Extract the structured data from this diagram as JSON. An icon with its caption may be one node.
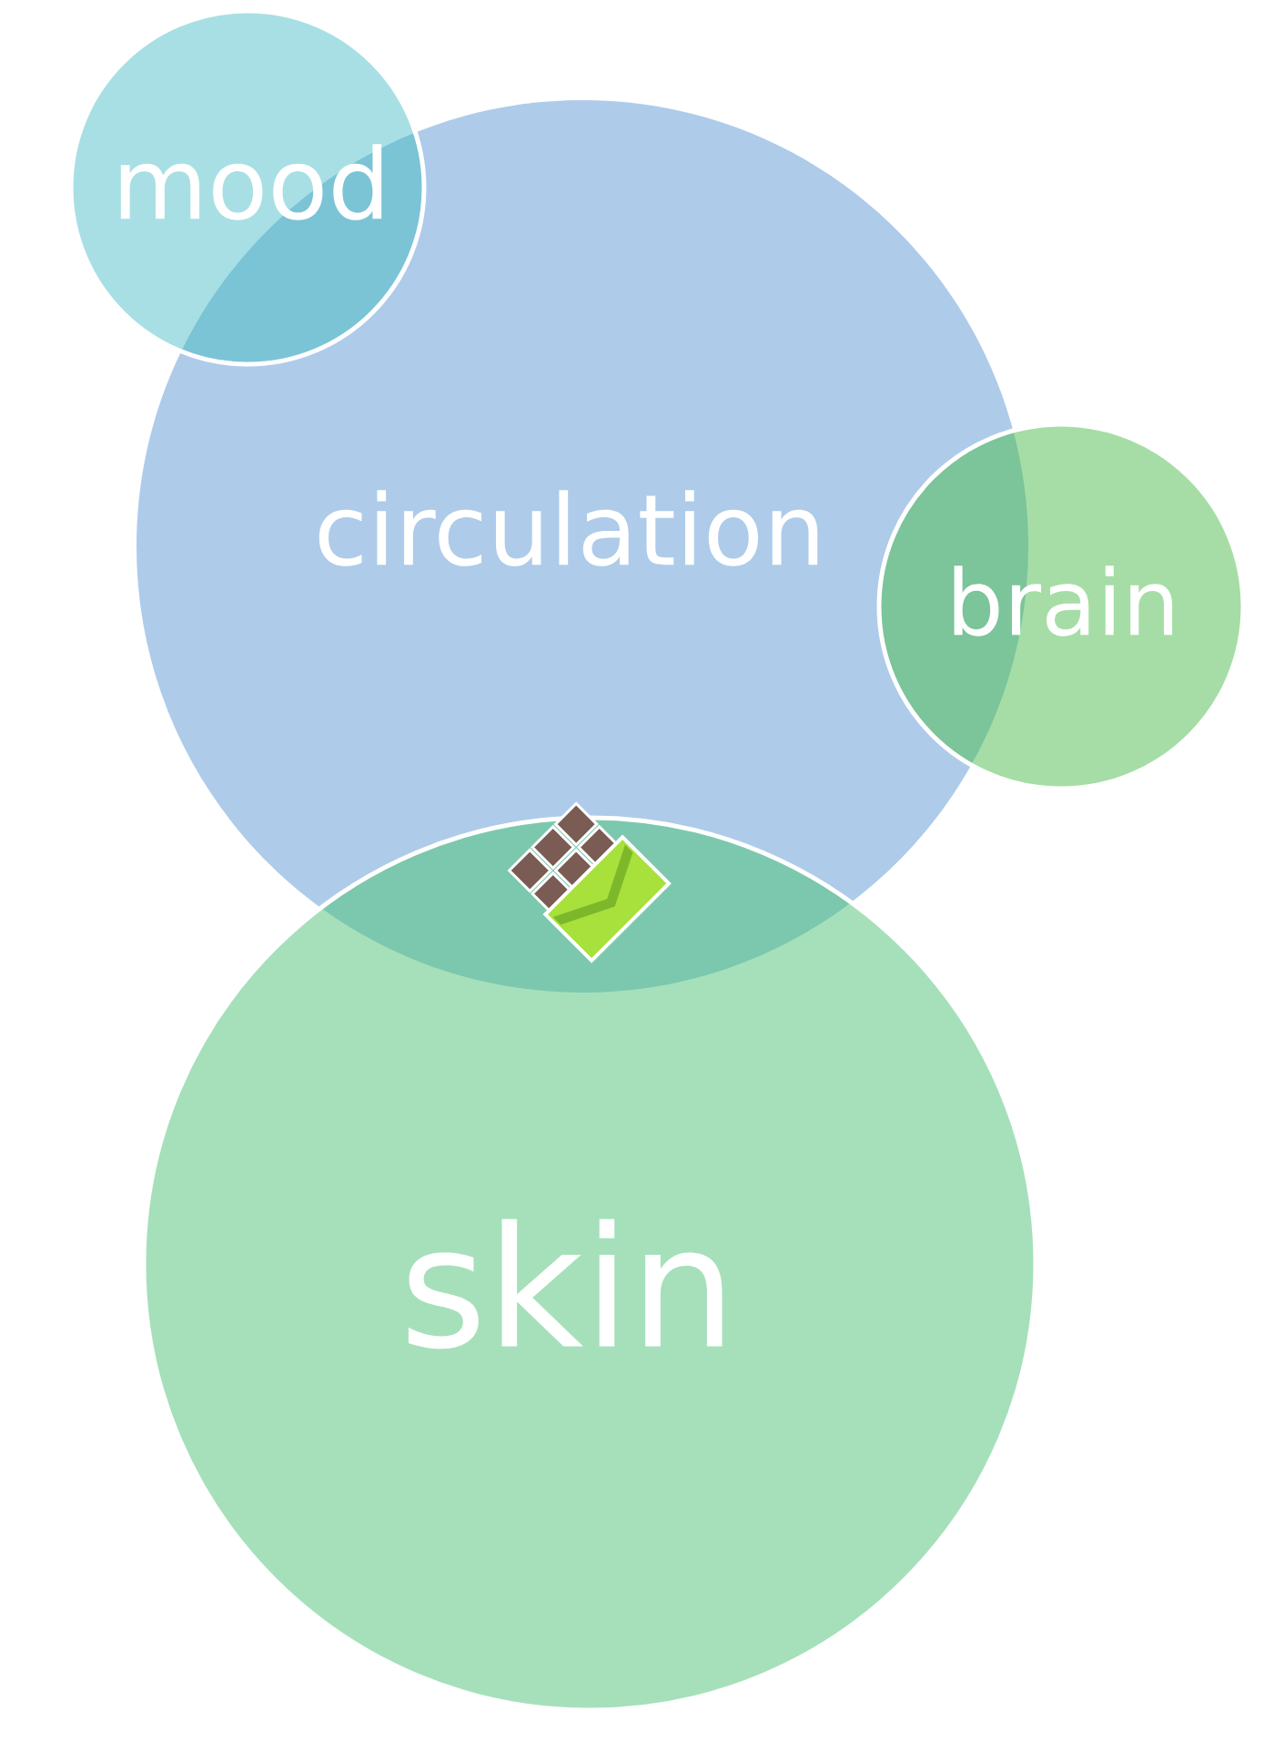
{
  "diagram": {
    "nodes": [
      {
        "text": [
          "mood"
        ]
      },
      {
        "text": [
          "circulation"
        ]
      },
      {
        "text": [
          "brain"
        ]
      },
      {
        "text": [
          "skin"
        ]
      }
    ]
  }
}
